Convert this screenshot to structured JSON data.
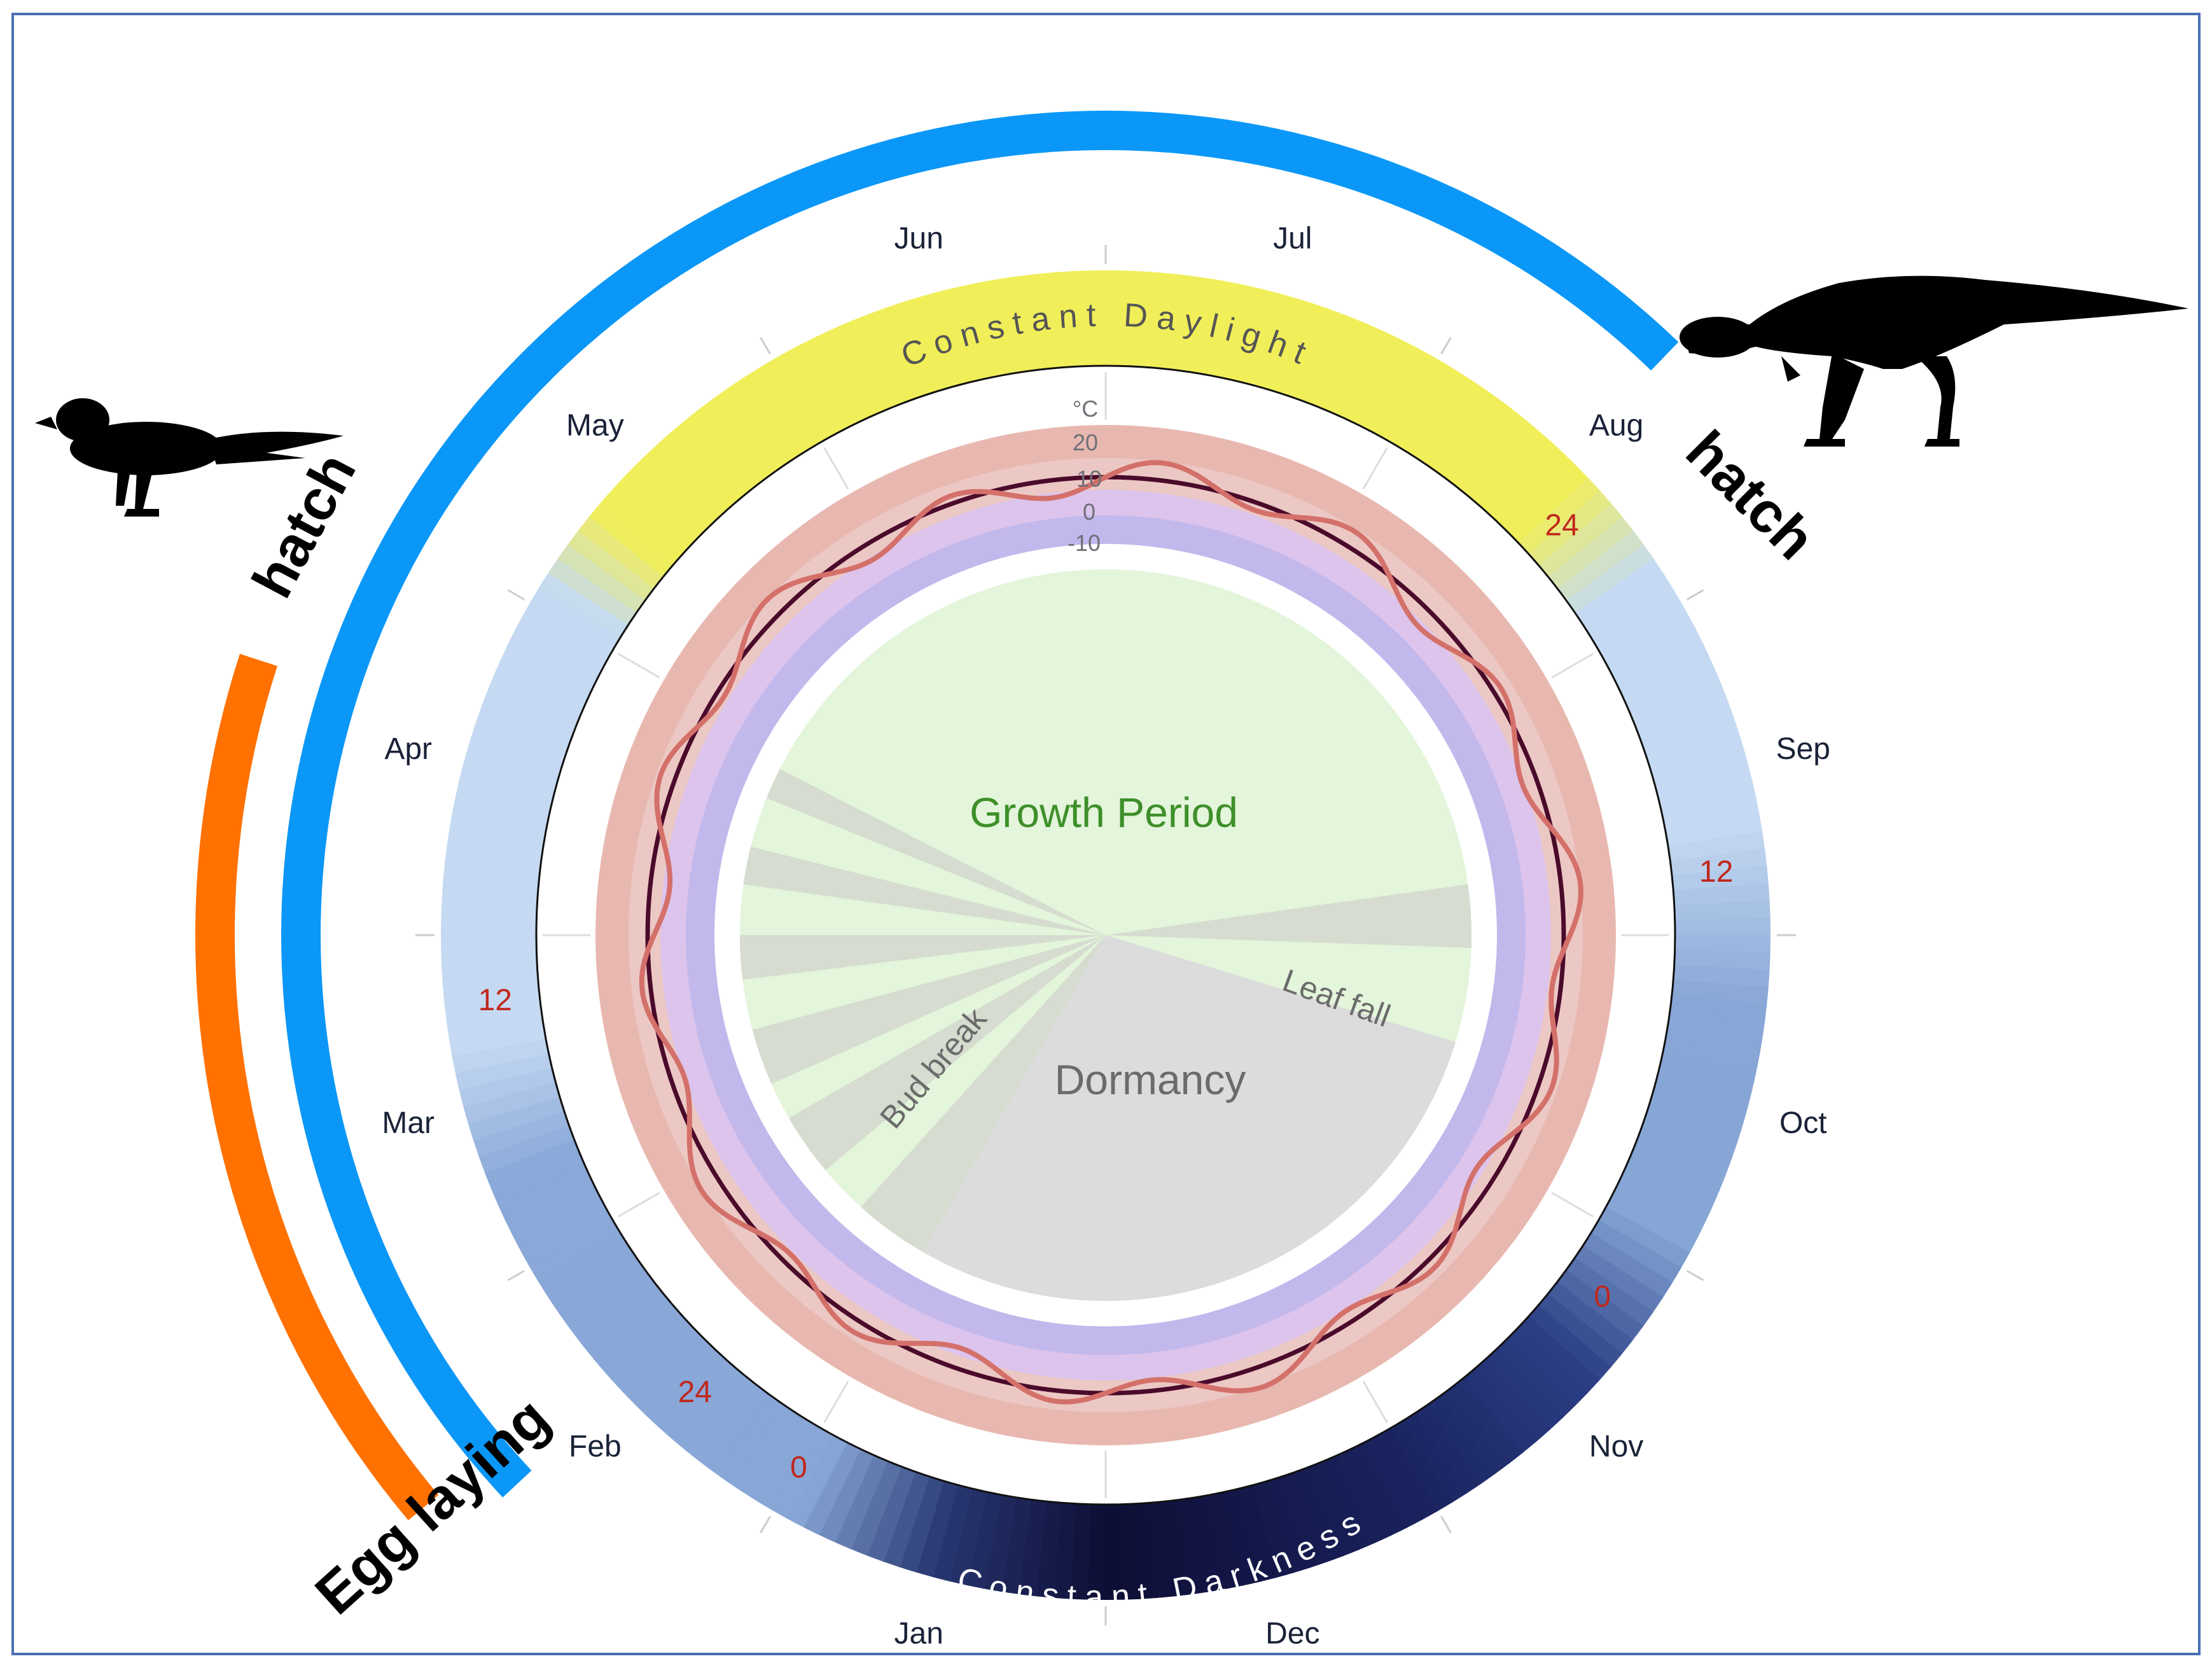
{
  "months": [
    "Jan",
    "Feb",
    "Mar",
    "Apr",
    "May",
    "Jun",
    "Jul",
    "Aug",
    "Sep",
    "Oct",
    "Nov",
    "Dec"
  ],
  "daylight_ring": {
    "constant_daylight_label": "Constant Daylight",
    "constant_darkness_label": "Constant Darkness",
    "hour_marks": [
      {
        "text": "24",
        "angle": -138
      },
      {
        "text": "24",
        "angle": 48
      },
      {
        "text": "12",
        "angle": 84
      },
      {
        "text": "12",
        "angle": -96
      },
      {
        "text": "0",
        "angle": 126
      },
      {
        "text": "0",
        "angle": -150
      }
    ]
  },
  "temperature_ring": {
    "unit": "°C",
    "scale_labels": [
      "20",
      "10",
      "0",
      "-10"
    ]
  },
  "phenology": {
    "growth_label": "Growth Period",
    "dormancy_label": "Dormancy",
    "bud_break_label": "Bud break",
    "leaf_fall_label": "Leaf fall"
  },
  "life_history": {
    "hatch_left": "hatch",
    "hatch_right": "hatch",
    "egg_laying": "Egg laying"
  },
  "icons": [
    "small-feathered-dinosaur-icon",
    "large-theropod-dinosaur-icon"
  ],
  "colors": {
    "hatching_arc": "#0b97f7",
    "egg_laying_arc": "#ff7100",
    "constant_daylight": "#f0ef5a",
    "growth_period": "#e3f5da",
    "dormancy": "#dcdcdc",
    "temperature_curve": "#d4706a",
    "mean_circle": "#4a0a2a"
  }
}
